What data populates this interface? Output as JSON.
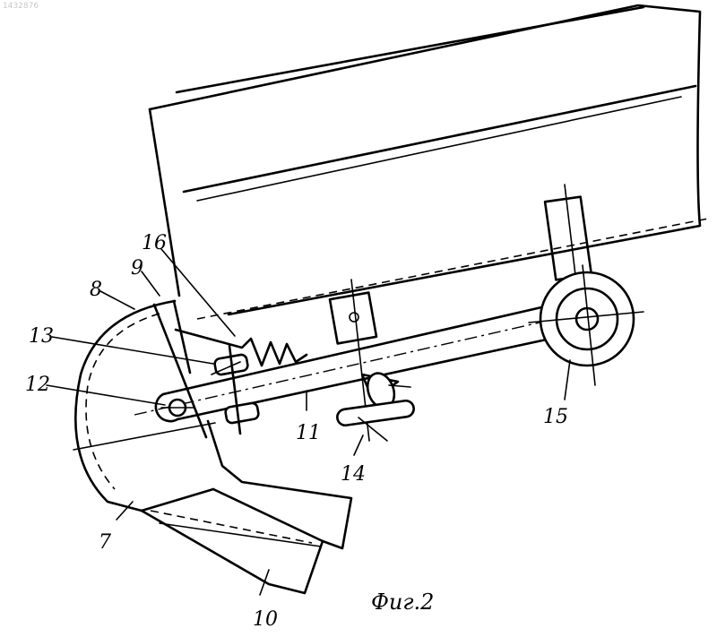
{
  "doc_number": "1432876",
  "caption": "Фиг.2",
  "labels": {
    "l7": "7",
    "l8": "8",
    "l9": "9",
    "l10": "10",
    "l11": "11",
    "l12": "12",
    "l13": "13",
    "l14": "14",
    "l15": "15",
    "l16": "16"
  }
}
